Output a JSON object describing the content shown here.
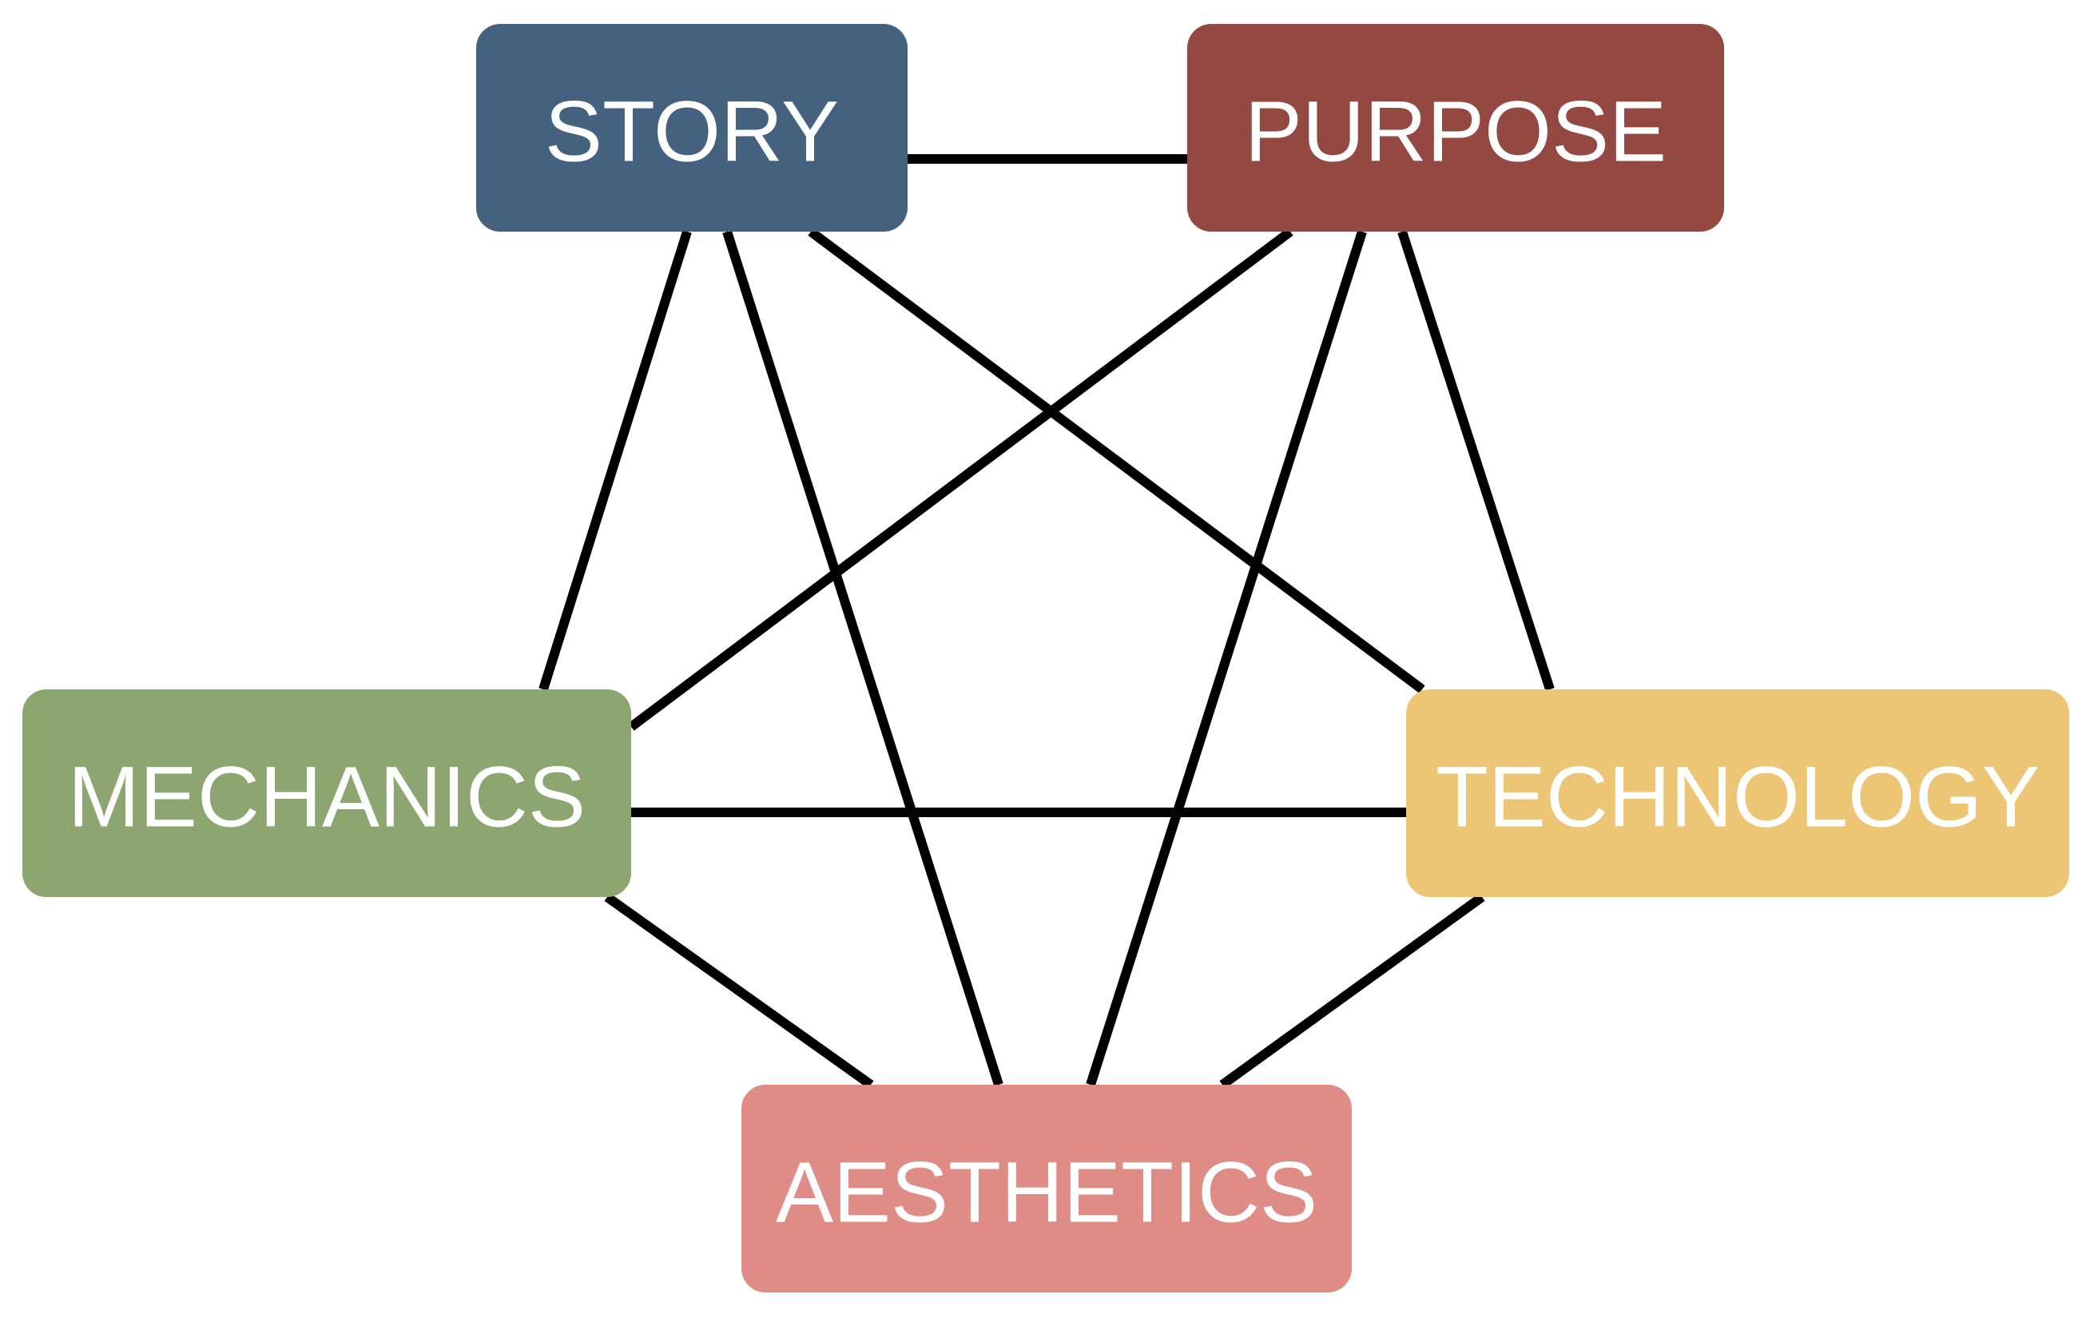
{
  "nodes": [
    {
      "id": "story",
      "label": "STORY",
      "color": "#44617f"
    },
    {
      "id": "purpose",
      "label": "PURPOSE",
      "color": "#934842"
    },
    {
      "id": "mechanics",
      "label": "MECHANICS",
      "color": "#8da570"
    },
    {
      "id": "technology",
      "label": "TECHNOLOGY",
      "color": "#ecc675"
    },
    {
      "id": "aesthetics",
      "label": "AESTHETICS",
      "color": "#df8b86"
    }
  ],
  "edges": [
    [
      "story",
      "purpose"
    ],
    [
      "story",
      "mechanics"
    ],
    [
      "story",
      "aesthetics"
    ],
    [
      "story",
      "technology"
    ],
    [
      "purpose",
      "mechanics"
    ],
    [
      "purpose",
      "aesthetics"
    ],
    [
      "purpose",
      "technology"
    ],
    [
      "mechanics",
      "technology"
    ],
    [
      "mechanics",
      "aesthetics"
    ],
    [
      "technology",
      "aesthetics"
    ]
  ]
}
